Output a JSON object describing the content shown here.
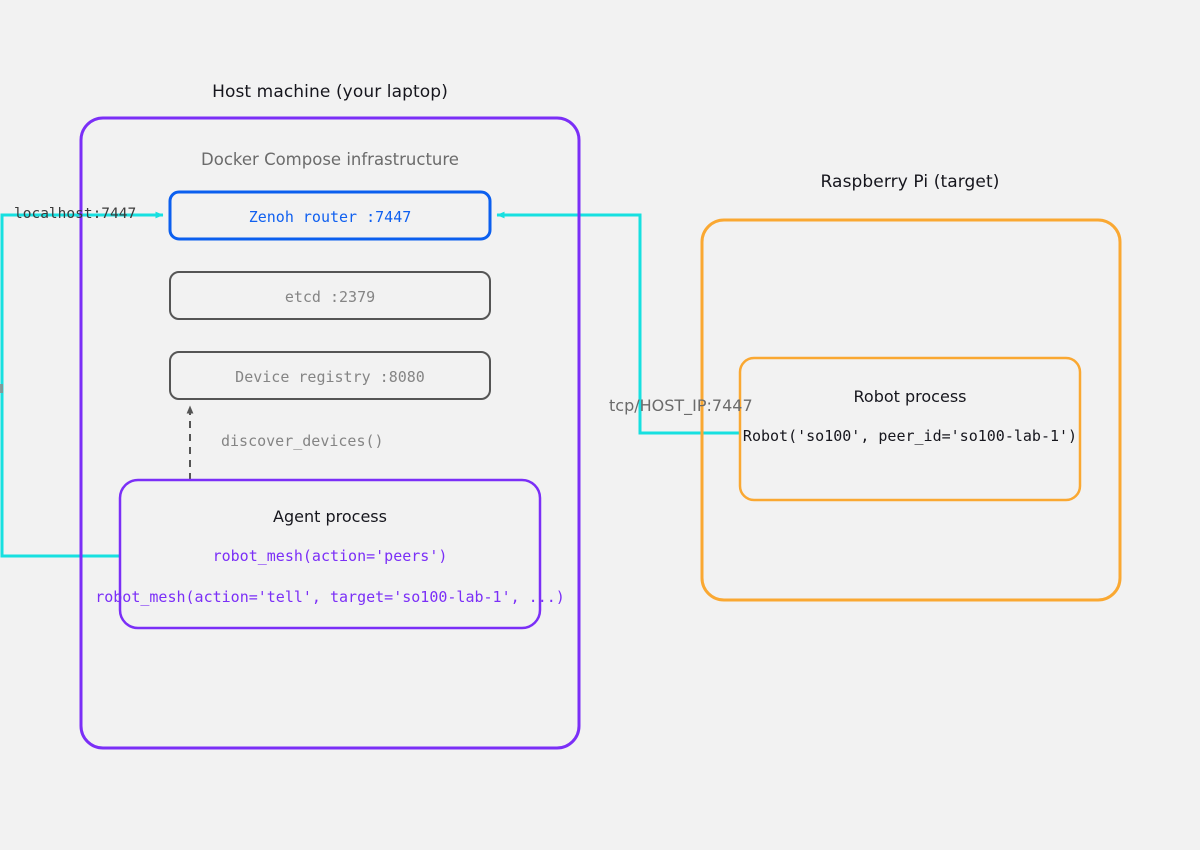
{
  "diagram": {
    "type": "architecture-diagram",
    "background_color": "#f2f2f2",
    "title_host": "Host machine (your laptop)",
    "title_pi": "Raspberry Pi (target)"
  },
  "colors": {
    "host_boundary": "#7b2ff7",
    "pi_boundary": "#faa832",
    "router_accent": "#0b5fef",
    "service_gray": "#555555",
    "link_cyan": "#17e0e0",
    "text_dark": "#16161d",
    "text_muted": "#6b6b6b"
  },
  "host": {
    "label": "Host machine (your laptop)",
    "compose": {
      "label": "Docker Compose infrastructure",
      "services": [
        {
          "name": "zenoh-router",
          "label": "Zenoh router :7447",
          "accent": "#0b5fef"
        },
        {
          "name": "etcd",
          "label": "etcd :2379",
          "accent": "#555555"
        },
        {
          "name": "device-registry",
          "label": "Device registry :8080",
          "accent": "#555555"
        }
      ]
    },
    "agent": {
      "title": "Agent process",
      "code_lines": [
        "robot_mesh(action='peers')",
        "robot_mesh(action='tell', target='so100-lab-1', ...)"
      ]
    }
  },
  "pi": {
    "label": "Raspberry Pi (target)",
    "robot": {
      "title": "Robot process",
      "code_lines": [
        "Robot('so100', peer_id='so100-lab-1')"
      ]
    }
  },
  "edges": [
    {
      "name": "agent-to-router",
      "label": "localhost:7447",
      "color": "#17e0e0",
      "from": "agent-process",
      "to": "zenoh-router"
    },
    {
      "name": "robot-to-router",
      "label": "tcp/HOST_IP:7447",
      "color": "#17e0e0",
      "from": "robot-process",
      "to": "zenoh-router"
    },
    {
      "name": "agent-to-registry",
      "label": "discover_devices()",
      "color": "#555555",
      "style": "dashed",
      "from": "agent-process",
      "to": "device-registry"
    }
  ]
}
